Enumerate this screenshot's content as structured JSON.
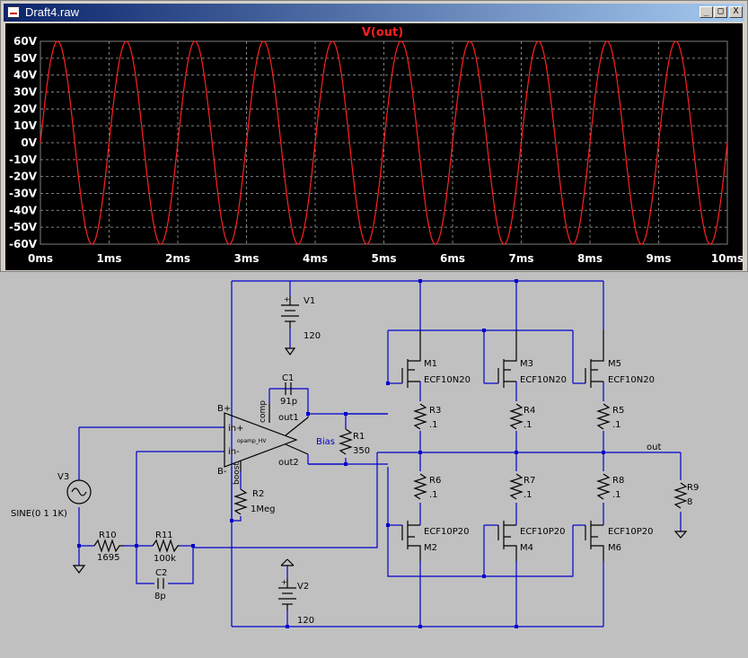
{
  "window": {
    "title": "Draft4.raw",
    "minimize_label": "_",
    "maximize_label": "□",
    "close_label": "X"
  },
  "plot": {
    "trace_label": "V(out)",
    "trace_color": "#ff2020",
    "background_color": "#000000",
    "grid_color": "#808080",
    "label_color": "#ffffff",
    "chart_data": {
      "type": "line",
      "title": "V(out)",
      "x_ticks": [
        "0ms",
        "1ms",
        "2ms",
        "3ms",
        "4ms",
        "5ms",
        "6ms",
        "7ms",
        "8ms",
        "9ms",
        "10ms"
      ],
      "y_ticks": [
        "60V",
        "50V",
        "40V",
        "30V",
        "20V",
        "10V",
        "0V",
        "-10V",
        "-20V",
        "-30V",
        "-40V",
        "-50V",
        "-60V"
      ],
      "xlim": [
        0,
        10
      ],
      "ylim": [
        -60,
        60
      ],
      "amplitude": 60,
      "frequency": 1000,
      "grid": true
    }
  },
  "schematic": {
    "wire_color": "#0000cc",
    "component_color": "#000000",
    "labels": {
      "V1": "V1",
      "V1_value": "120",
      "V2": "V2",
      "V2_value": "120",
      "V3": "V3",
      "V3_value": "SINE(0 1 1K)",
      "C1": "C1",
      "C1_value": "91p",
      "C2": "C2",
      "C2_value": "8p",
      "R1": "R1",
      "R1_value": "350",
      "R2": "R2",
      "R2_value": "1Meg",
      "R3": "R3",
      "R3_value": ".1",
      "R4": "R4",
      "R4_value": ".1",
      "R5": "R5",
      "R5_value": ".1",
      "R6": "R6",
      "R6_value": ".1",
      "R7": "R7",
      "R7_value": ".1",
      "R8": "R8",
      "R8_value": ".1",
      "R9": "R9",
      "R9_value": "8",
      "R10": "R10",
      "R10_value": "1695",
      "R11": "R11",
      "R11_value": "100k",
      "M1": "M1",
      "M2": "M2",
      "M3": "M3",
      "M4": "M4",
      "M5": "M5",
      "M6": "M6",
      "nmos_model": "ECF10N20",
      "pmos_model": "ECF10P20",
      "opamp_name": "opamp_HV",
      "pin_in_plus": "in+",
      "pin_in_minus": "in-",
      "pin_comp": "comp",
      "pin_boost": "boost",
      "pin_out1": "out1",
      "pin_out2": "out2",
      "pin_bplus": "B+",
      "pin_bminus": "B-",
      "net_bias": "Bias",
      "net_out": "out"
    }
  }
}
